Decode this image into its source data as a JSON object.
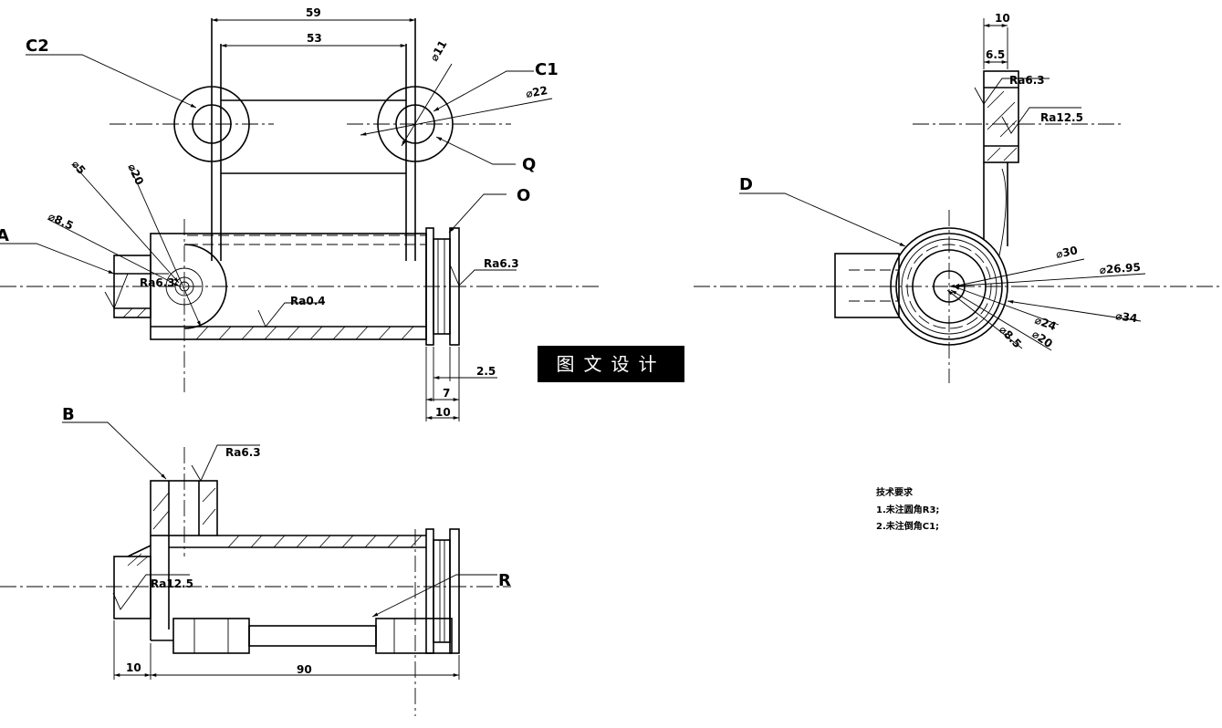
{
  "labels": {
    "c1": "C1",
    "c2": "C2",
    "q": "Q",
    "o": "O",
    "a": "A",
    "b": "B",
    "d": "D",
    "r": "R"
  },
  "dims": {
    "d59": "59",
    "d53": "53",
    "d11": "⌀11",
    "d22": "⌀22",
    "d5": "⌀5",
    "d20a": "⌀20",
    "d85a": "⌀8.5",
    "ra63a": "Ra6.3",
    "ra04": "Ra0.4",
    "ra63b": "Ra6.3",
    "d25": "2.5",
    "d7": "7",
    "d10a": "10",
    "ra63c": "Ra6.3",
    "ra125a": "Ra12.5",
    "d10b": "10",
    "d90": "90",
    "d10c": "10",
    "d65": "6.5",
    "ra63d": "Ra6.3",
    "ra125b": "Ra12.5",
    "d30": "⌀30",
    "d2695": "⌀26.95",
    "d24": "⌀24",
    "d34": "⌀34",
    "d85b": "⌀8.5",
    "d20b": "⌀20"
  },
  "tech": {
    "title": "技术要求",
    "line1": "1.未注圆角R3;",
    "line2": "2.未注倒角C1;"
  },
  "watermark": "图文设计"
}
